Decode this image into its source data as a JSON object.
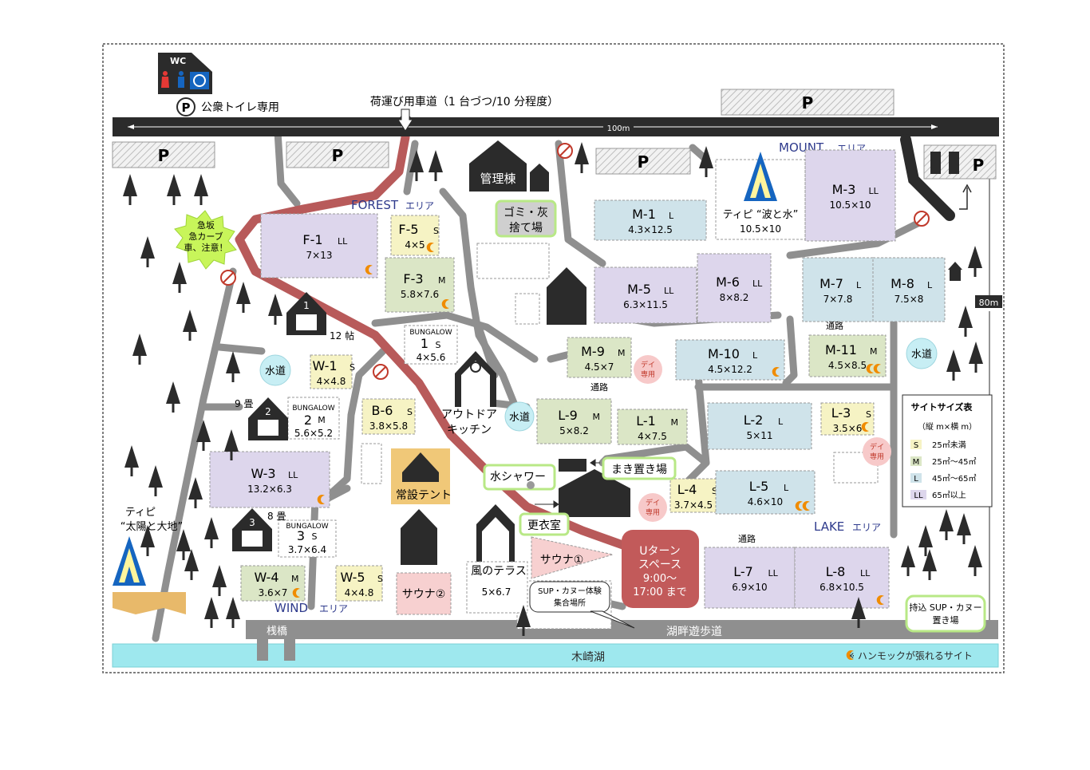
{
  "colors": {
    "road": "#2b2b2b",
    "path": "#8f8f8f",
    "red_route": "#b85a5a",
    "lake": "#9ee8ee",
    "site_s": "#f6f3c4",
    "site_m": "#dbe6c6",
    "site_l": "#cfe3ea",
    "site_ll": "#ddd6ec",
    "sauna": "#f7d0d0",
    "uturn": "#c25a5a",
    "label_border": "#b8e886",
    "warning": "#c8f55a"
  },
  "icons": {
    "tree": "tree-icon",
    "building": "building-icon",
    "tipi": "tipi-icon",
    "moon": "moon-icon",
    "no_entry": "no-entry-icon",
    "parking": "parking-sign"
  },
  "top": {
    "wc": "WC",
    "public_toilet": "公衆トイレ専用",
    "p_circle": "P",
    "cargo_road": "荷運び用車道（1 台づつ/10 分程度）",
    "dist_100": "100m",
    "dist_80": "80m"
  },
  "parking": [
    "P",
    "P",
    "P",
    "P",
    "P",
    "P"
  ],
  "areas": {
    "forest": "FOREST",
    "mount": "MOUNT",
    "wind": "WIND",
    "lake": "LAKE",
    "suffix": "エリア"
  },
  "sites": [
    {
      "name": "F-1",
      "size": "LL",
      "dims": "7×13"
    },
    {
      "name": "F-5",
      "size": "S",
      "dims": "4×5"
    },
    {
      "name": "F-3",
      "size": "M",
      "dims": "5.8×7.6"
    },
    {
      "name": "M-1",
      "size": "L",
      "dims": "4.3×12.5"
    },
    {
      "name": "M-3",
      "size": "LL",
      "dims": "10.5×10"
    },
    {
      "name": "M-5",
      "size": "LL",
      "dims": "6.3×11.5"
    },
    {
      "name": "M-6",
      "size": "LL",
      "dims": "8×8.2"
    },
    {
      "name": "M-7",
      "size": "L",
      "dims": "7×7.8"
    },
    {
      "name": "M-8",
      "size": "L",
      "dims": "7.5×8"
    },
    {
      "name": "M-9",
      "size": "M",
      "dims": "4.5×7"
    },
    {
      "name": "M-10",
      "size": "L",
      "dims": "4.5×12.2"
    },
    {
      "name": "M-11",
      "size": "M",
      "dims": "4.5×8.5"
    },
    {
      "name": "W-1",
      "size": "S",
      "dims": "4×4.8"
    },
    {
      "name": "B-6",
      "size": "S",
      "dims": "3.8×5.8"
    },
    {
      "name": "W-3",
      "size": "LL",
      "dims": "13.2×6.3"
    },
    {
      "name": "W-4",
      "size": "M",
      "dims": "3.6×7"
    },
    {
      "name": "W-5",
      "size": "S",
      "dims": "4×4.8"
    },
    {
      "name": "L-9",
      "size": "M",
      "dims": "5×8.2"
    },
    {
      "name": "L-1",
      "size": "M",
      "dims": "4×7.5"
    },
    {
      "name": "L-2",
      "size": "L",
      "dims": "5×11"
    },
    {
      "name": "L-3",
      "size": "S",
      "dims": "3.5×6"
    },
    {
      "name": "L-4",
      "size": "S",
      "dims": "3.7×4.5"
    },
    {
      "name": "L-5",
      "size": "L",
      "dims": "4.6×10"
    },
    {
      "name": "L-7",
      "size": "LL",
      "dims": "6.9×10"
    },
    {
      "name": "L-8",
      "size": "LL",
      "dims": "6.8×10.5"
    }
  ],
  "bungalows": [
    {
      "word": "BUNGALOW",
      "num": "1",
      "size": "S",
      "dims": "4×5.6"
    },
    {
      "word": "BUNGALOW",
      "num": "2",
      "size": "M",
      "dims": "5.6×5.2"
    },
    {
      "word": "BUNGALOW",
      "num": "3",
      "size": "S",
      "dims": "3.7×6.4"
    }
  ],
  "bungalow_rooms": {
    "b1": "12 帖",
    "b2": "9 畳",
    "b3": "8 畳"
  },
  "cabin_numbers": [
    "1",
    "2",
    "3"
  ],
  "facilities": {
    "admin": "管理棟",
    "trash": "ゴミ・灰\n捨て場",
    "outdoor_kitchen": "アウトドア\nキッチン",
    "water": "水道",
    "water_shower": "水シャワー",
    "firewood": "まき置き場",
    "changing": "更衣室",
    "permanent_tent": "常設テント",
    "sauna1": "サウナ①",
    "sauna2": "サウナ②",
    "wind_terrace": "風のテラス",
    "wind_terrace_dims": "5×6.7",
    "uturn": "Uターン\nスペース\n9:00～\n17:00 まで",
    "sup": "SUP・カヌー体験\n集合場所",
    "sup_storage": "持込 SUP・カヌー\n置き場",
    "tipi_nami": "ティピ “波と水”",
    "tipi_nami_dims": "10.5×10",
    "tipi_taiyou": "ティピ\n“太陽と大地”",
    "steep": "急坂\n急カーブ\n車、注意！",
    "day_use": "デイ\n専用",
    "passage": "通路"
  },
  "bottom": {
    "pier": "桟橋",
    "promenade": "湖畔遊歩道",
    "lake_name": "木崎湖",
    "hammock_note": "※  ハンモックが張れるサイト",
    "note_mark": "※"
  },
  "legend": {
    "title": "サイトサイズ表",
    "unit": "（縦 m×横 m）",
    "rows": [
      {
        "code": "S",
        "desc": "25㎡未満"
      },
      {
        "code": "M",
        "desc": "25㎡～45㎡"
      },
      {
        "code": "L",
        "desc": "45㎡～65㎡"
      },
      {
        "code": "LL",
        "desc": "65㎡以上"
      }
    ]
  }
}
